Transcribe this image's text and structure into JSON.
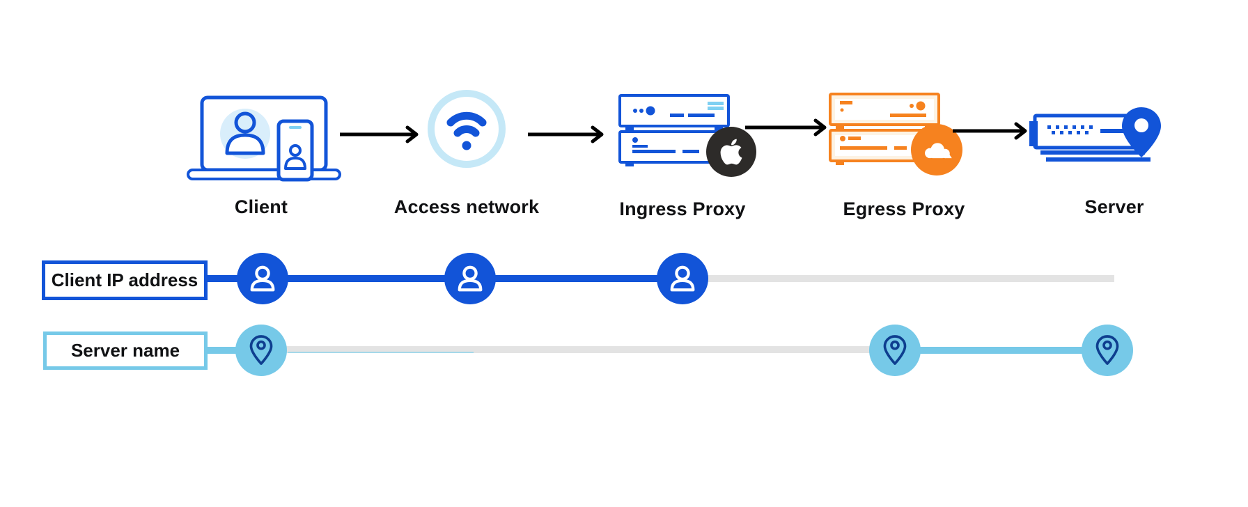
{
  "colors": {
    "blue": "#1254d8",
    "sky_blue": "#76c9e8",
    "navy": "#0e3e8f",
    "pale_ring": "#c5e8f7",
    "pale_fill": "#d9eefb",
    "cyan_accent": "#7fd0f2",
    "orange": "#f6821f",
    "pale_orange": "#fdf3e4",
    "apple_black": "#2d2b29",
    "gray_line": "#e3e3e3",
    "arrow": "#000000",
    "text": "#101113"
  },
  "flow": {
    "nodes": [
      {
        "label": "Client",
        "icon": "laptop-phone-user-icon"
      },
      {
        "label": "Access network",
        "icon": "wifi-icon"
      },
      {
        "label": "Ingress Proxy",
        "icon": "server-rack-icon",
        "badge": "apple-logo"
      },
      {
        "label": "Egress Proxy",
        "icon": "server-rack-icon",
        "badge": "cloudflare-logo"
      },
      {
        "label": "Server",
        "icon": "server-location-icon"
      }
    ]
  },
  "timelines": [
    {
      "label": "Client IP address",
      "marker_icon": "person-icon",
      "marker_positions": [
        "Client",
        "Access network",
        "Ingress Proxy"
      ],
      "hidden_after": "Ingress Proxy"
    },
    {
      "label": "Server name",
      "marker_icon": "location-pin-icon",
      "marker_positions": [
        "Client",
        "Egress Proxy",
        "Server"
      ],
      "hidden_between": [
        "Client",
        "Egress Proxy"
      ]
    }
  ]
}
